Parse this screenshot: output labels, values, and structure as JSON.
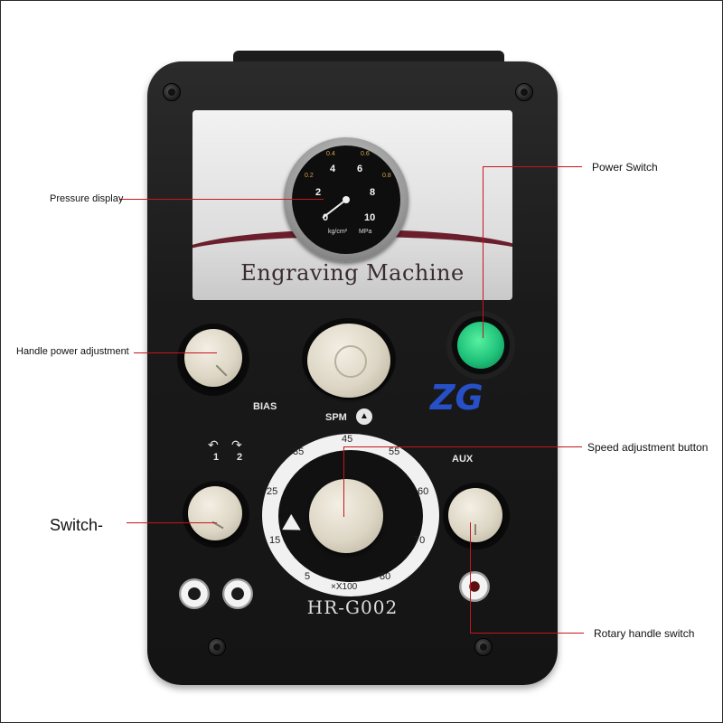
{
  "device": {
    "title": "Engraving Machine",
    "model": "HR-G002",
    "panel": {
      "bias": "BIAS",
      "spm": "SPM",
      "aux": "AUX",
      "handle_1": "1",
      "handle_2": "2",
      "multiplier": "×X100"
    },
    "gauge": {
      "inner_scale": [
        "0",
        "2",
        "4",
        "6",
        "8",
        "10"
      ],
      "outer_scale": [
        "0.2",
        "0.4",
        "0.6",
        "0.8"
      ],
      "units_left": "kg/cm²",
      "units_right": "MPa"
    },
    "speed_scale": [
      "5",
      "15",
      "25",
      "35",
      "45",
      "55",
      "60",
      "70",
      "80"
    ],
    "logo_text": "ZG"
  },
  "callouts": {
    "pressure_display": "Pressure display",
    "power_switch": "Power Switch",
    "handle_power_adjustment": "Handle power adjustment",
    "speed_adjustment_button": "Speed adjustment button",
    "switch": "Switch-",
    "rotary_handle_switch": "Rotary handle switch"
  },
  "colors": {
    "callout_line": "#c4161c",
    "power_button": "#1fc27a",
    "band": "#6b1f2c",
    "body": "#1a1a1a"
  }
}
